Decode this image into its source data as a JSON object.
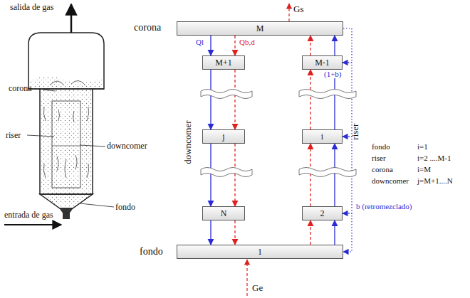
{
  "diagram": {
    "nodes": [
      {
        "text": [
          "M"
        ]
      },
      {
        "text": [
          "M+1"
        ]
      },
      {
        "text": [
          "M-1"
        ]
      },
      {
        "text": [
          "j"
        ]
      },
      {
        "text": [
          "i"
        ]
      },
      {
        "text": [
          "N"
        ]
      },
      {
        "text": [
          "2"
        ]
      },
      {
        "text": [
          "1"
        ]
      }
    ],
    "edges": [
      {
        "from": 0,
        "to": 1,
        "arrow": "to",
        "label": "Ql"
      },
      {
        "from": 1,
        "to": 3,
        "arrow": "to"
      },
      {
        "from": 3,
        "to": 5,
        "arrow": "to"
      },
      {
        "from": 5,
        "to": 7,
        "arrow": "to"
      },
      {
        "from": 0,
        "to": 1,
        "arrow": "to",
        "label": "Qb,d"
      },
      {
        "from": 1,
        "to": 3,
        "arrow": "to"
      },
      {
        "from": 3,
        "to": 5,
        "arrow": "to"
      },
      {
        "from": 5,
        "to": 7,
        "arrow": "to"
      },
      {
        "from": 7,
        "to": 6,
        "arrow": "to"
      },
      {
        "from": 6,
        "to": 4,
        "arrow": "to"
      },
      {
        "from": 4,
        "to": 2,
        "arrow": "to",
        "label": "(1+b)"
      },
      {
        "from": 2,
        "to": 0,
        "arrow": "to"
      },
      {
        "from": 7,
        "to": 6,
        "arrow": "to"
      },
      {
        "from": 6,
        "to": 4,
        "arrow": "to"
      },
      {
        "from": 4,
        "to": 2,
        "arrow": "to"
      },
      {
        "from": 2,
        "to": 0,
        "arrow": "to"
      },
      {
        "from": 0,
        "to": 2,
        "arrow": "to"
      },
      {
        "from": 2,
        "to": 4,
        "arrow": "to"
      },
      {
        "from": 4,
        "to": 6,
        "arrow": "to"
      },
      {
        "from": 6,
        "to": 7,
        "arrow": "to",
        "label": "b (retromezclado)"
      }
    ],
    "labels": [
      "salida de gas",
      "corona",
      "riser",
      "downcomer",
      "fondo",
      "entrada de gas",
      "Gs",
      "corona",
      "fondo",
      "downcomer",
      "riser",
      "fondo",
      "i=1",
      "riser",
      "i=2 ....M-1",
      "corona",
      "i=M",
      "downcomer",
      "j=M+1....N",
      "Ge"
    ]
  }
}
